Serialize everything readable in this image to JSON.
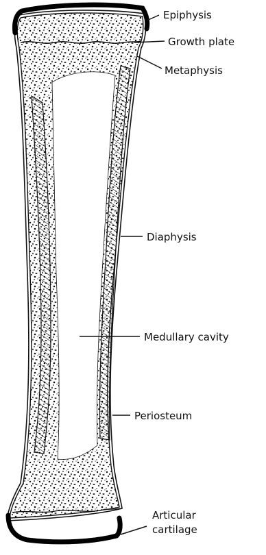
{
  "labels": {
    "epiphysis": "Epiphysis",
    "growth_plate": "Growth plate",
    "metaphysis": "Metaphysis",
    "diaphysis": "Diaphysis",
    "medullary_cavity": "Medullary cavity",
    "periosteum": "Periosteum",
    "articular_cartilage_line1": "Articular",
    "articular_cartilage_line2": "cartilage"
  }
}
